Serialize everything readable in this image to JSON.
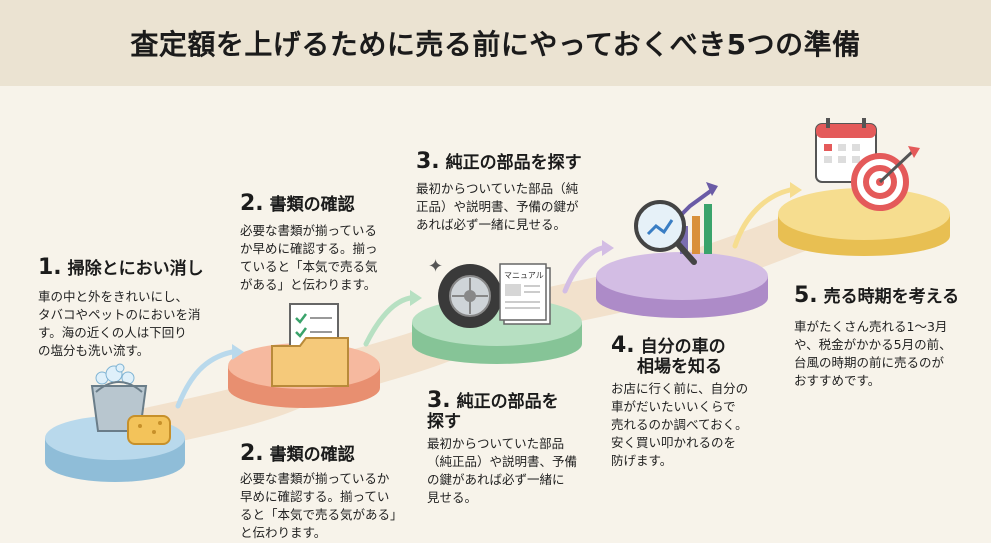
{
  "title": "査定額を上げるために売る前にやっておくべき5つの準備",
  "steps": [
    {
      "num": "1.",
      "heading": "掃除とにおい消し",
      "desc": [
        "車の中と外をきれいにし、",
        "タバコやペットのにおいを消",
        "す。海の近くの人は下回り",
        "の塩分も洗い流す。"
      ]
    },
    {
      "num": "2.",
      "heading": "書類の確認",
      "desc": [
        "必要な書類が揃っている",
        "か早めに確認する。揃っ",
        "ていると「本気で売る気",
        "がある」と伝わります。"
      ]
    },
    {
      "num": "2.",
      "heading": "書類の確認",
      "desc": [
        "必要な書類が揃っているか",
        "早めに確認する。揃ってい",
        "ると「本気で売る気がある」",
        "と伝わります。"
      ]
    },
    {
      "num": "3.",
      "heading": "純正の部品を探す",
      "desc": [
        "最初からついていた部品（純",
        "正品）や説明書、予備の鍵が",
        "あれば必ず一緒に見せる。"
      ]
    },
    {
      "num": "3.",
      "heading": [
        "純正の部品を",
        "探す"
      ],
      "desc": [
        "最初からついていた部品",
        "（純正品）や説明書、予備",
        "の鍵があれば必ず一緒に",
        "見せる。"
      ]
    },
    {
      "num": "4.",
      "heading": [
        "自分の車の",
        "相場を知る"
      ],
      "desc": [
        "お店に行く前に、自分の",
        "車がだいたいいくらで",
        "売れるのか調べておく。",
        "安く買い叩かれるのを",
        "防げます。"
      ]
    },
    {
      "num": "5.",
      "heading": "売る時期を考える",
      "desc": [
        "車がたくさん売れる1〜3月",
        "や、税金がかかる5月の前、",
        "台風の時期の前に売るのが",
        "おすすめです。"
      ]
    }
  ],
  "manual_label": "マニュアル",
  "colors": {
    "p1": "#a9cfe6",
    "p2": "#f3a98a",
    "p3": "#a8d8b4",
    "p4": "#c6a9d9",
    "p5": "#f3d47a",
    "path": "#f0dcc4",
    "header": "#ebe3d2"
  }
}
